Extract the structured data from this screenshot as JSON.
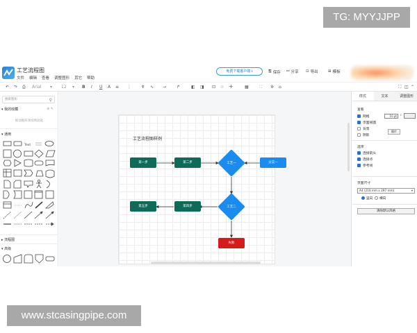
{
  "overlays": {
    "tg": "TG: MYYJJPP",
    "url": "www.stcasingpipe.com"
  },
  "header": {
    "title": "工艺流程图",
    "menu": [
      "文件",
      "编辑",
      "查看",
      "调整图形",
      "其它",
      "帮助"
    ],
    "download_client": "免费下载客户端 ⭳",
    "save": "保存",
    "share": "分享",
    "export": "导出",
    "template": "模板"
  },
  "toolbar": {
    "undo": "↶",
    "redo": "↷",
    "format_painter": "⎙",
    "font": "Arial",
    "font_size": "12",
    "bold": "B",
    "italic": "I",
    "underline": "U",
    "strike": "A",
    "align": "≡",
    "line_spacing": "⋮",
    "fill": "♆",
    "line_color": "∿",
    "connector": "→",
    "waypoint": "↱",
    "to_front": "◧",
    "to_back": "◨",
    "insert_image": "⊡",
    "link": "⊘",
    "insert": "+",
    "table": "▦",
    "style": "⛶",
    "star": "✲",
    "shirt": "⌂",
    "fullscreen": "⛶",
    "panel": "◫",
    "collapse": "⌃"
  },
  "sidebar": {
    "search_placeholder": "搜索图形",
    "favorites": "我的收藏",
    "favorites_hint": "拖动图形添加到此处",
    "general": "通用",
    "text_shape": "Text",
    "flowchart": "流程图",
    "advanced": "高级"
  },
  "diagram": {
    "title": "工艺流程图样例",
    "nodes": {
      "step1": "第一步",
      "step2": "第二步",
      "process1": "工艺一",
      "branch1": "分支一",
      "process2": "工艺二",
      "step4": "第四步",
      "step5": "第五步",
      "fail": "失败"
    },
    "colors": {
      "green": "#0d6b58",
      "blue": "#1a8cf0",
      "red": "#d71a1a"
    }
  },
  "panel": {
    "tabs": [
      "样式",
      "文本",
      "调整图形"
    ],
    "view_label": "查看",
    "grid": "网格",
    "grid_size": "10 pt",
    "page_view": "页面视图",
    "background": "背景",
    "shadow": "阴影",
    "image_btn": "图片",
    "options_label": "选项",
    "connect_arrows": "连接箭头",
    "connect_points": "连接点",
    "guides": "参考线",
    "paper_size_label": "页面尺寸",
    "paper_size": "A4 (210 mm x 297 mm)",
    "portrait": "竖向",
    "landscape": "横向",
    "reset_style": "清除默认风格"
  }
}
